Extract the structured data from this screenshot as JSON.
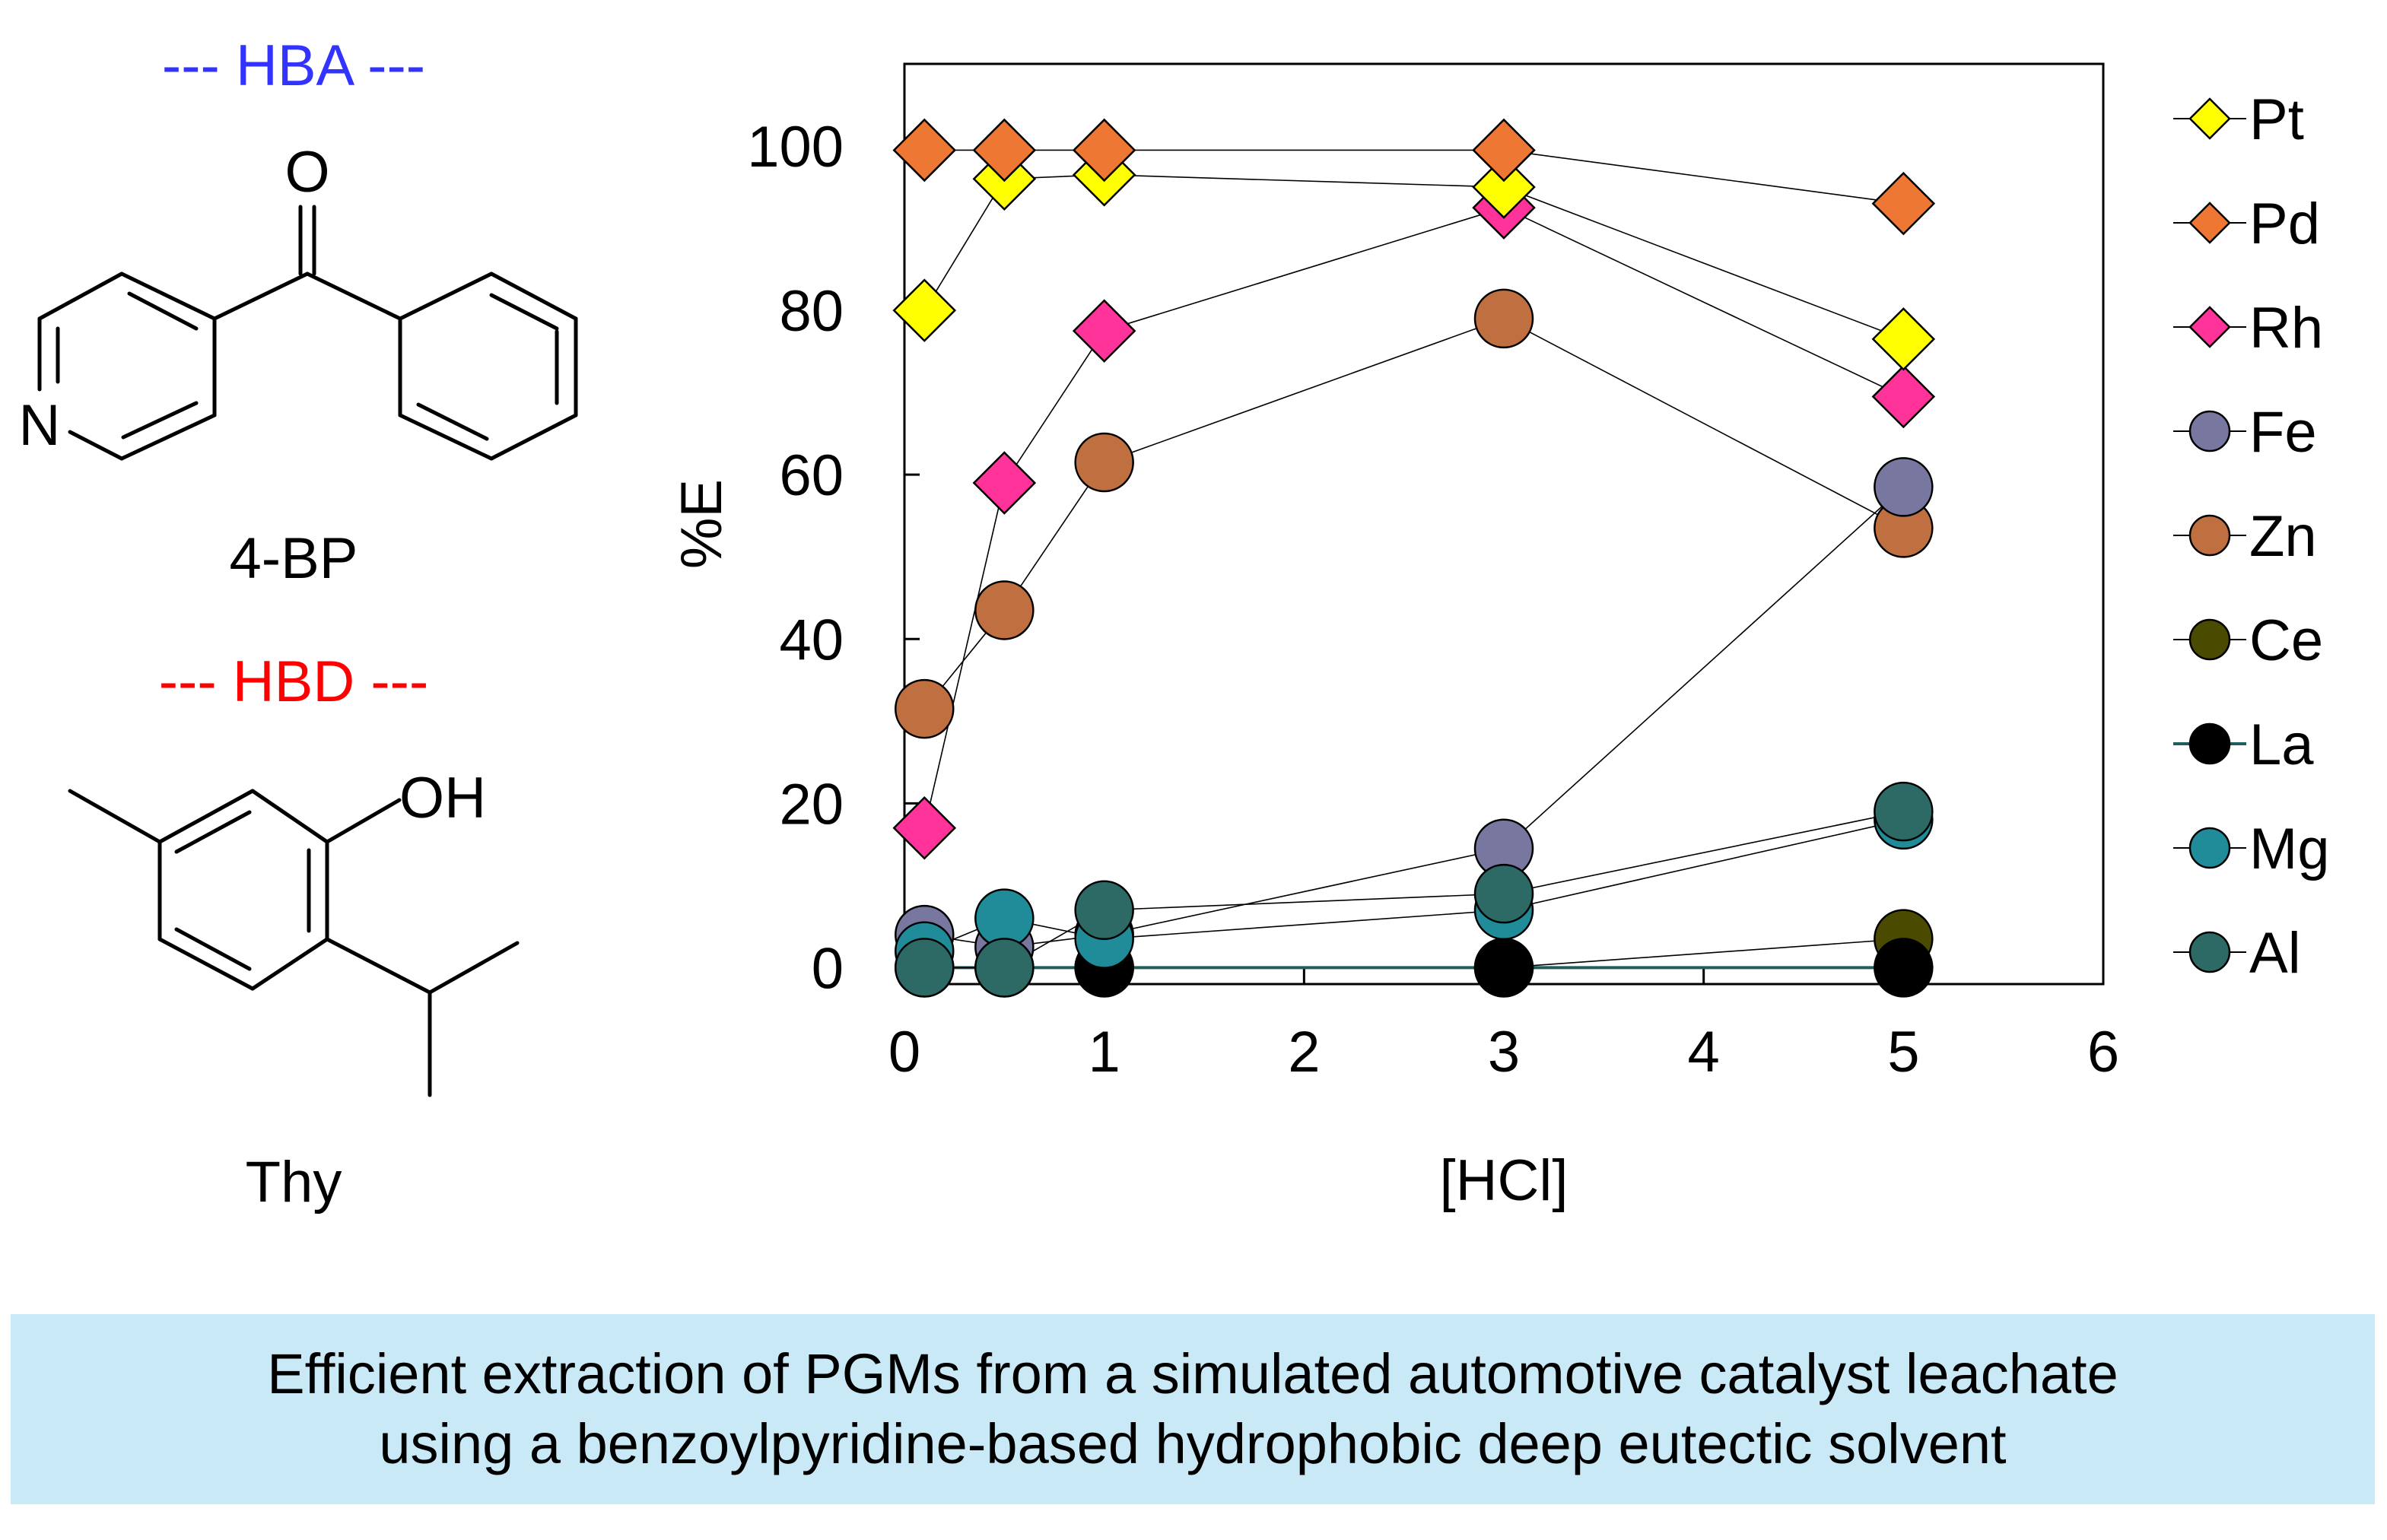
{
  "left_panel": {
    "hba_label": "--- HBA ---",
    "hba_color": "#3333ff",
    "hba_compound": "4-BP",
    "hba_atom_o": "O",
    "hba_atom_n": "N",
    "hbd_label": "--- HBD ---",
    "hbd_color": "#ff0000",
    "hbd_compound": "Thy",
    "hbd_group_oh": "OH"
  },
  "caption": {
    "line1": "Efficient extraction of PGMs from a simulated automotive catalyst leachate",
    "line2": "using a benzoylpyridine-based hydrophobic deep eutectic solvent",
    "background": "#c9e9f6"
  },
  "chart_data": {
    "type": "scatter",
    "title": "",
    "xlabel": "[HCl]",
    "ylabel": "%E",
    "xlim": [
      0,
      6
    ],
    "ylim": [
      -2,
      110
    ],
    "xticks": [
      0,
      1,
      2,
      3,
      4,
      5,
      6
    ],
    "yticks": [
      0,
      20,
      40,
      60,
      80,
      100
    ],
    "grid": false,
    "legend_position": "right",
    "series": [
      {
        "name": "Pt",
        "marker": "diamond",
        "color": "#ffff00",
        "x": [
          0.1,
          0.5,
          1,
          3,
          5
        ],
        "y": [
          80,
          96,
          96.5,
          95,
          76.5
        ]
      },
      {
        "name": "Pd",
        "marker": "diamond",
        "color": "#ee7733",
        "x": [
          0.1,
          0.5,
          1,
          3,
          5
        ],
        "y": [
          99.5,
          99.5,
          99.5,
          99.5,
          93
        ]
      },
      {
        "name": "Rh",
        "marker": "diamond",
        "color": "#ff3399",
        "x": [
          0.1,
          0.5,
          1,
          3,
          5
        ],
        "y": [
          17,
          59,
          77.5,
          92.5,
          69.5
        ]
      },
      {
        "name": "Fe",
        "marker": "circle",
        "color": "#77779f",
        "x": [
          0.1,
          0.5,
          1,
          3,
          5
        ],
        "y": [
          4,
          2.5,
          4,
          14.5,
          58.5
        ]
      },
      {
        "name": "Zn",
        "marker": "circle",
        "color": "#c07040",
        "x": [
          0.1,
          0.5,
          1,
          3,
          5
        ],
        "y": [
          31.5,
          43.5,
          61.5,
          79,
          53.5
        ]
      },
      {
        "name": "Ce",
        "marker": "circle",
        "color": "#4a4a00",
        "x": [
          0.1,
          0.5,
          1,
          3,
          5
        ],
        "y": [
          0,
          0,
          0,
          0,
          3.5
        ]
      },
      {
        "name": "La",
        "marker": "circle",
        "color": "#000000",
        "x": [
          0.1,
          0.5,
          1,
          3,
          5
        ],
        "y": [
          0,
          0,
          0,
          0,
          0
        ]
      },
      {
        "name": "Mg",
        "marker": "circle",
        "color": "#208b99",
        "x": [
          0.1,
          0.5,
          1,
          3,
          5
        ],
        "y": [
          2,
          6,
          3.5,
          7,
          18
        ]
      },
      {
        "name": "Al",
        "marker": "circle",
        "color": "#2d6a66",
        "x": [
          0.1,
          0.5,
          1,
          3,
          5
        ],
        "y": [
          0,
          0,
          7,
          9,
          19
        ]
      }
    ]
  }
}
